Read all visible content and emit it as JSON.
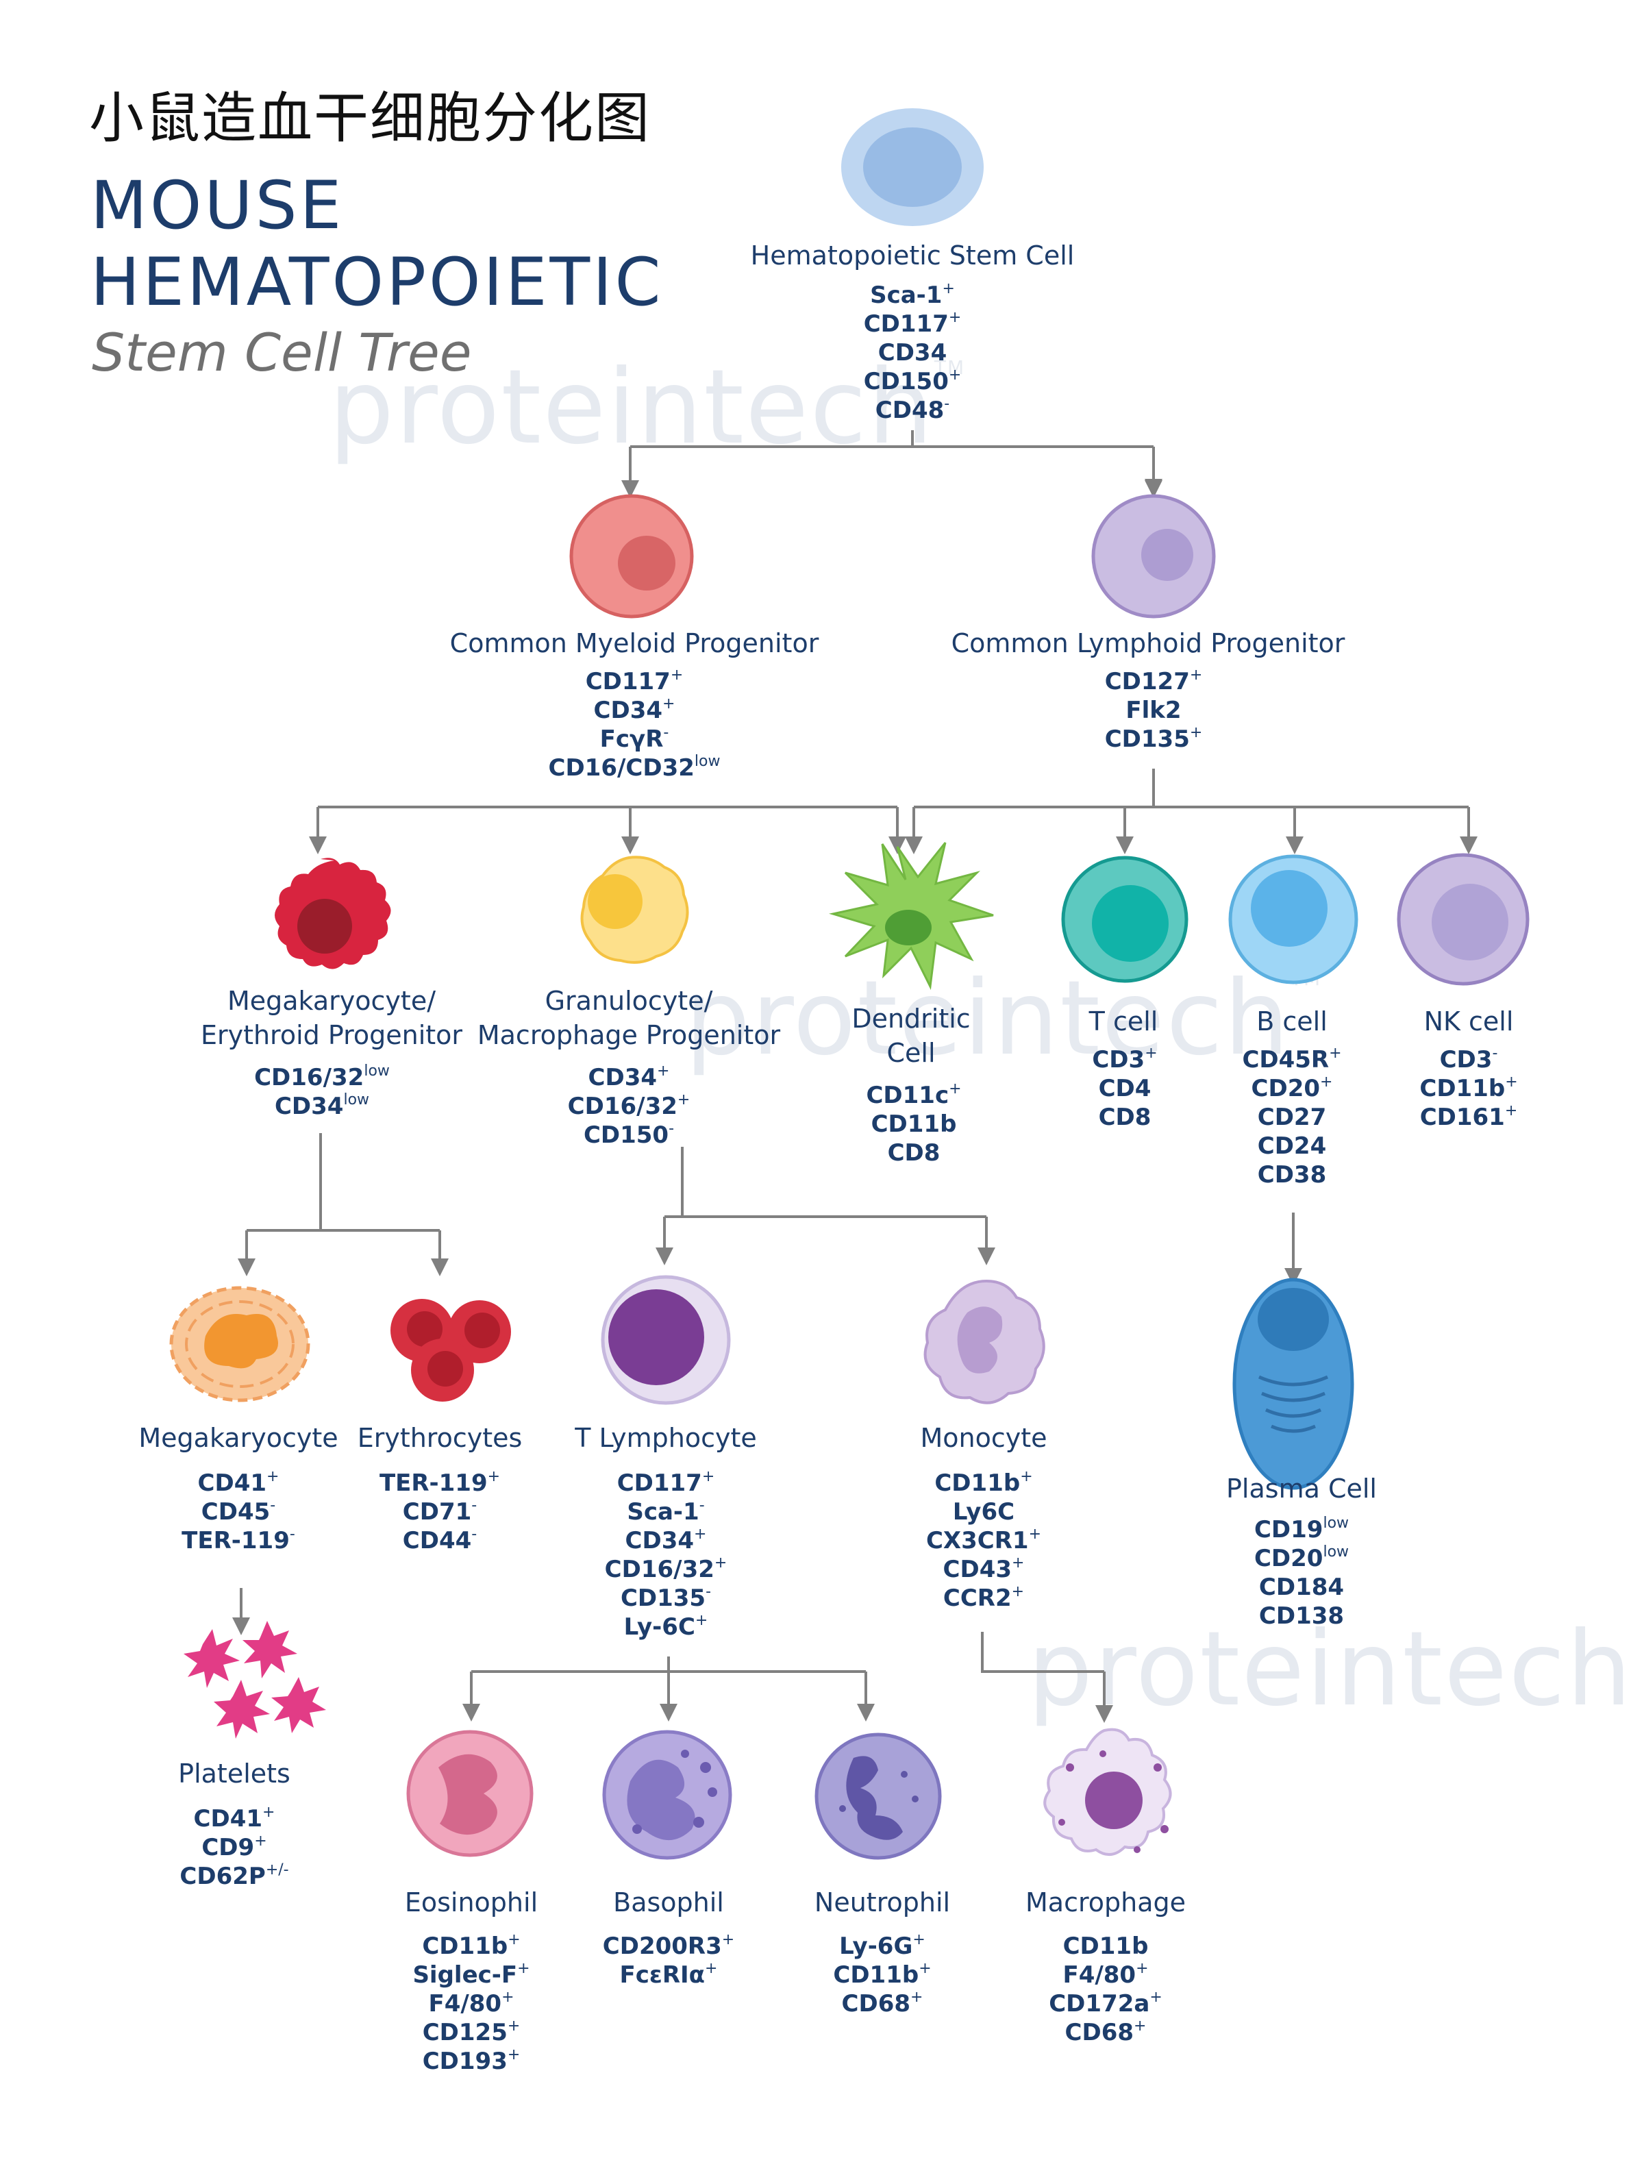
{
  "header": {
    "title_cn": "小鼠造血干细胞分化图",
    "title_en_line1": "MOUSE",
    "title_en_line2": "HEMATOPOIETIC",
    "title_italic": "Stem Cell Tree"
  },
  "watermark": {
    "brand": "proteintech",
    "tm": "TM"
  },
  "colors": {
    "text": "#1d3d6b",
    "arrow": "#808080",
    "stem": "#a7c6ea",
    "myeloid": "#ec7d7d",
    "lymphoid": "#c4b6dc",
    "mep": "#d8243f",
    "gmp": "#fad257",
    "dendritic": "#8fcf5a",
    "tcell": "#18b3a7",
    "bcell": "#6cc0ee",
    "nkcell": "#bfaedd",
    "plasma": "#3e90d2",
    "megakaryocyte": "#f5a54a",
    "erythrocyte": "#d63040",
    "tlymphocyte": "#7a3d94",
    "monocyte": "#c2a9d6",
    "platelet": "#e23c86",
    "eosinophil": "#e78ca8",
    "basophil": "#9d8ed6",
    "neutrophil": "#8b82c6",
    "macrophage": "#8e4fa0"
  },
  "cells": {
    "hsc": {
      "name": "Hematopoietic Stem Cell",
      "icon": "stem-cell-icon",
      "markers": [
        {
          "n": "Sca-1",
          "s": "+"
        },
        {
          "n": "CD117",
          "s": "+"
        },
        {
          "n": "CD34",
          "s": ""
        },
        {
          "n": "CD150",
          "s": "+"
        },
        {
          "n": "CD48",
          "s": "-"
        }
      ]
    },
    "cmp": {
      "name": "Common Myeloid Progenitor",
      "icon": "myeloid-progenitor-icon",
      "markers": [
        {
          "n": "CD117",
          "s": "+"
        },
        {
          "n": "CD34",
          "s": "+"
        },
        {
          "n": "FcγR",
          "s": "-"
        },
        {
          "n": "CD16/CD32",
          "s": "low"
        }
      ]
    },
    "clp": {
      "name": "Common Lymphoid Progenitor",
      "icon": "lymphoid-progenitor-icon",
      "markers": [
        {
          "n": "CD127",
          "s": "+"
        },
        {
          "n": "Flk2",
          "s": ""
        },
        {
          "n": "CD135",
          "s": "+"
        }
      ]
    },
    "mep": {
      "name": "Megakaryocyte/\nErythroid Progenitor",
      "icon": "mep-icon",
      "markers": [
        {
          "n": "CD16/32",
          "s": "low"
        },
        {
          "n": "CD34",
          "s": "low"
        }
      ]
    },
    "gmp": {
      "name": "Granulocyte/\nMacrophage Progenitor",
      "icon": "gmp-icon",
      "markers": [
        {
          "n": "CD34",
          "s": "+"
        },
        {
          "n": "CD16/32",
          "s": "+"
        },
        {
          "n": "CD150",
          "s": "-"
        }
      ]
    },
    "dc": {
      "name": "Dendritic\nCell",
      "icon": "dendritic-cell-icon",
      "markers": [
        {
          "n": "CD11c",
          "s": "+"
        },
        {
          "n": "CD11b",
          "s": ""
        },
        {
          "n": "CD8",
          "s": ""
        }
      ]
    },
    "tcell": {
      "name": "T cell",
      "icon": "t-cell-icon",
      "markers": [
        {
          "n": "CD3",
          "s": "+"
        },
        {
          "n": "CD4",
          "s": ""
        },
        {
          "n": "CD8",
          "s": ""
        }
      ]
    },
    "bcell": {
      "name": "B cell",
      "icon": "b-cell-icon",
      "markers": [
        {
          "n": "CD45R",
          "s": "+"
        },
        {
          "n": "CD20",
          "s": "+"
        },
        {
          "n": "CD27",
          "s": ""
        },
        {
          "n": "CD24",
          "s": ""
        },
        {
          "n": "CD38",
          "s": ""
        }
      ]
    },
    "nk": {
      "name": "NK cell",
      "icon": "nk-cell-icon",
      "markers": [
        {
          "n": "CD3",
          "s": "-"
        },
        {
          "n": "CD11b",
          "s": "+"
        },
        {
          "n": "CD161",
          "s": "+"
        }
      ]
    },
    "mk": {
      "name": "Megakaryocyte",
      "icon": "megakaryocyte-icon",
      "markers": [
        {
          "n": "CD41",
          "s": "+"
        },
        {
          "n": "CD45",
          "s": "-"
        },
        {
          "n": "TER-119",
          "s": "-"
        }
      ]
    },
    "ery": {
      "name": "Erythrocytes",
      "icon": "erythrocytes-icon",
      "markers": [
        {
          "n": "TER-119",
          "s": "+"
        },
        {
          "n": "CD71",
          "s": "-"
        },
        {
          "n": "CD44",
          "s": "-"
        }
      ]
    },
    "tl": {
      "name": "T Lymphocyte",
      "icon": "t-lymphocyte-icon",
      "markers": [
        {
          "n": "CD117",
          "s": "+"
        },
        {
          "n": "Sca-1",
          "s": "-"
        },
        {
          "n": "CD34",
          "s": "+"
        },
        {
          "n": "CD16/32",
          "s": "+"
        },
        {
          "n": "CD135",
          "s": "-"
        },
        {
          "n": "Ly-6C",
          "s": "+"
        }
      ]
    },
    "mono": {
      "name": "Monocyte",
      "icon": "monocyte-icon",
      "markers": [
        {
          "n": "CD11b",
          "s": "+"
        },
        {
          "n": "Ly6C",
          "s": ""
        },
        {
          "n": "CX3CR1",
          "s": "+"
        },
        {
          "n": "CD43",
          "s": "+"
        },
        {
          "n": "CCR2",
          "s": "+"
        }
      ]
    },
    "plasma": {
      "name": "Plasma Cell",
      "icon": "plasma-cell-icon",
      "markers": [
        {
          "n": "CD19",
          "s": "low"
        },
        {
          "n": "CD20",
          "s": "low"
        },
        {
          "n": "CD184",
          "s": ""
        },
        {
          "n": "CD138",
          "s": ""
        }
      ]
    },
    "plt": {
      "name": "Platelets",
      "icon": "platelets-icon",
      "markers": [
        {
          "n": "CD41",
          "s": "+"
        },
        {
          "n": "CD9",
          "s": "+"
        },
        {
          "n": "CD62P",
          "s": "+/-"
        }
      ]
    },
    "eos": {
      "name": "Eosinophil",
      "icon": "eosinophil-icon",
      "markers": [
        {
          "n": "CD11b",
          "s": "+"
        },
        {
          "n": "Siglec-F",
          "s": "+"
        },
        {
          "n": "F4/80",
          "s": "+"
        },
        {
          "n": "CD125",
          "s": "+"
        },
        {
          "n": "CD193",
          "s": "+"
        }
      ]
    },
    "baso": {
      "name": "Basophil",
      "icon": "basophil-icon",
      "markers": [
        {
          "n": "CD200R3",
          "s": "+"
        },
        {
          "n": "FcεRIα",
          "s": "+"
        }
      ]
    },
    "neut": {
      "name": "Neutrophil",
      "icon": "neutrophil-icon",
      "markers": [
        {
          "n": "Ly-6G",
          "s": "+"
        },
        {
          "n": "CD11b",
          "s": "+"
        },
        {
          "n": "CD68",
          "s": "+"
        }
      ]
    },
    "mac": {
      "name": "Macrophage",
      "icon": "macrophage-icon",
      "markers": [
        {
          "n": "CD11b",
          "s": ""
        },
        {
          "n": "F4/80",
          "s": "+"
        },
        {
          "n": "CD172a",
          "s": "+"
        },
        {
          "n": "CD68",
          "s": "+"
        }
      ]
    }
  }
}
